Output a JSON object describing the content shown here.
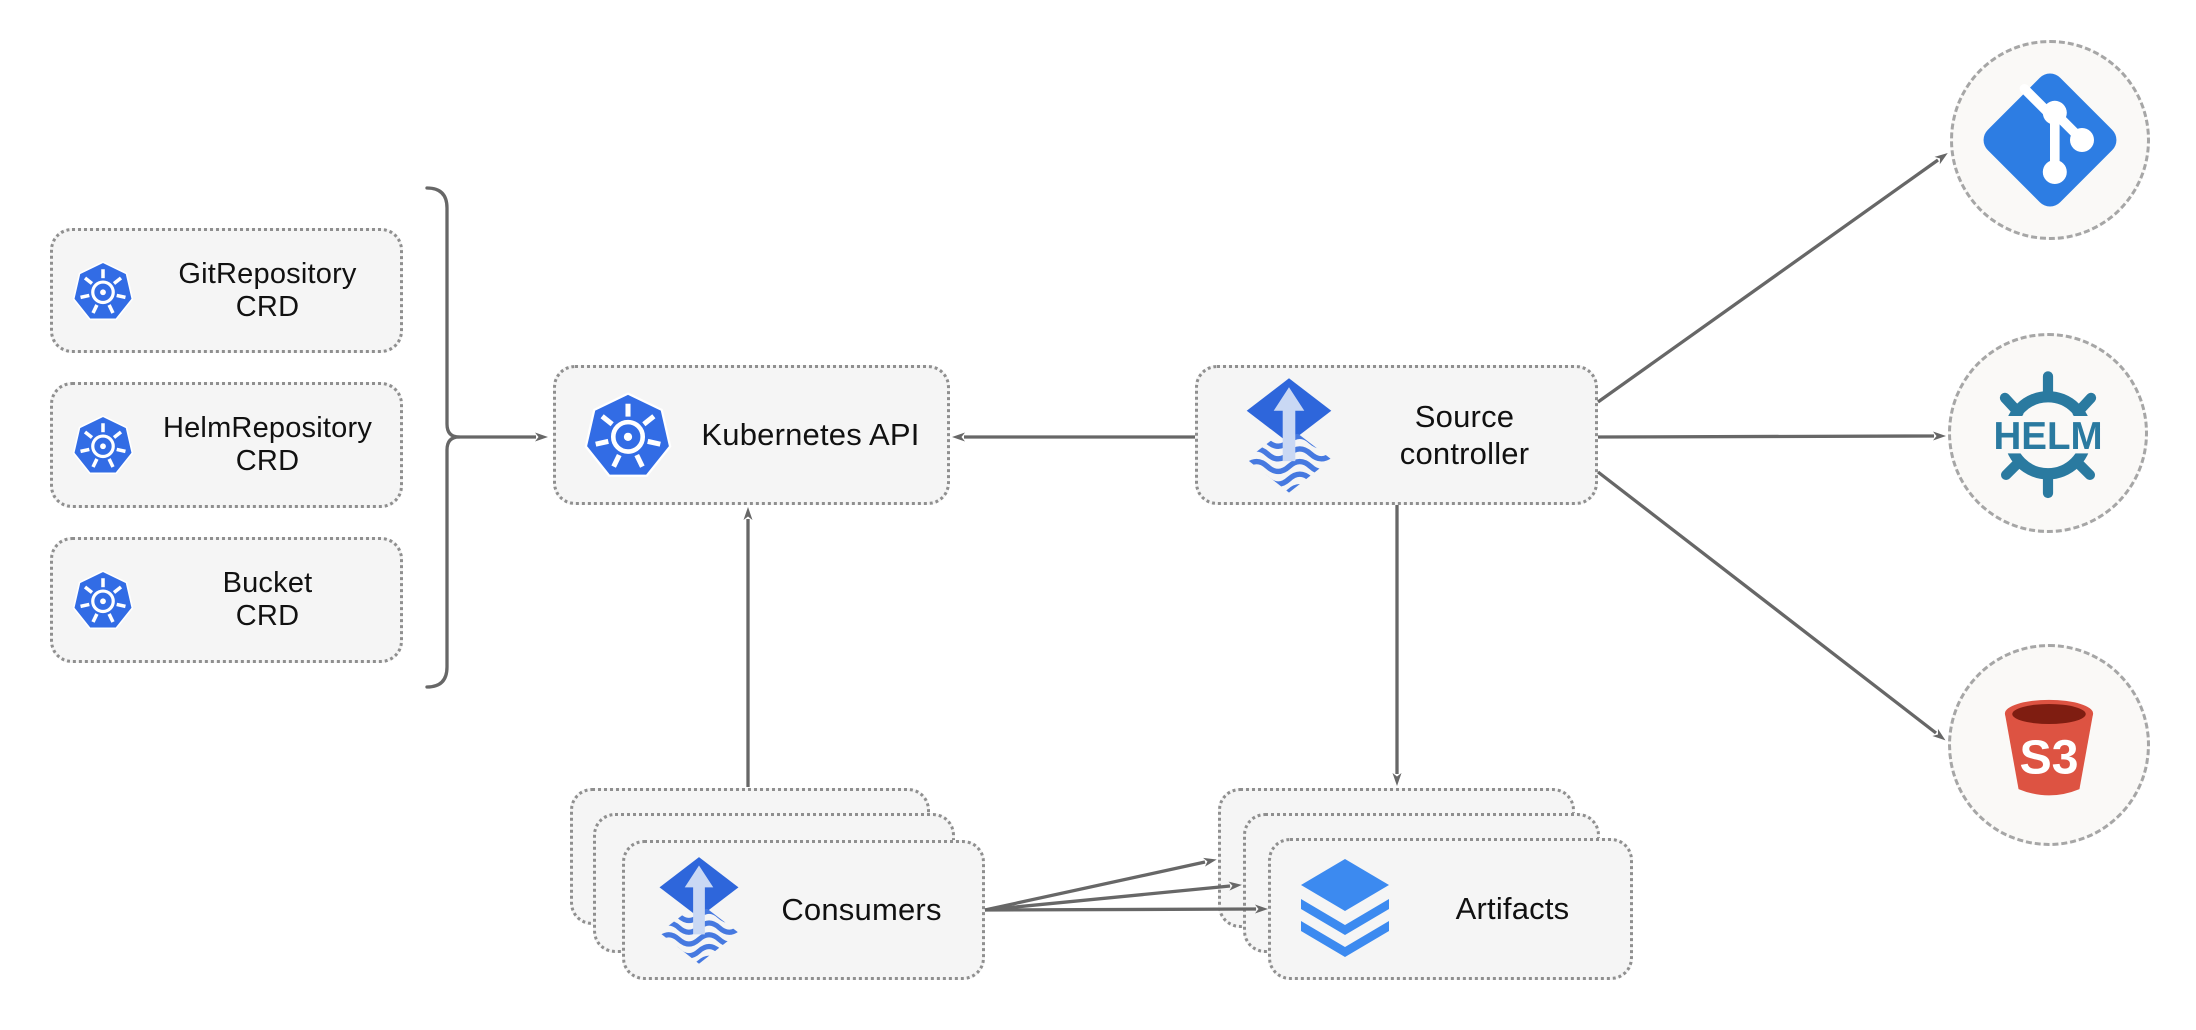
{
  "nodes": {
    "crd_git": {
      "line1": "GitRepository",
      "line2": "CRD"
    },
    "crd_helm": {
      "line1": "HelmRepository",
      "line2": "CRD"
    },
    "crd_bucket": {
      "line1": "Bucket",
      "line2": "CRD"
    },
    "k8s_api": {
      "label": "Kubernetes API"
    },
    "source_controller": {
      "line1": "Source",
      "line2": "controller"
    },
    "consumers": {
      "label": "Consumers"
    },
    "artifacts": {
      "label": "Artifacts"
    }
  },
  "logos": {
    "helm_text": "HELM",
    "s3_text": "S3"
  },
  "colors": {
    "background": "#ffffff",
    "node_fill": "#f5f5f5",
    "node_border": "#8f8f8f",
    "connector_gray": "#676767",
    "text": "#111111",
    "kubernetes_blue": "#326ce5",
    "flux_blue": "#2e66db",
    "flux_wave_blue": "#4679e0",
    "flux_arrow_light": "#c9d8f4",
    "git_blue": "#2d7de3",
    "helm_teal": "#2a7aa0",
    "s3_red": "#dd5342",
    "s3_dark_opening": "#7f1d11",
    "layers_blue": "#3c8af0",
    "circle_fill": "#faf9f7",
    "circle_border": "#a6a6a6"
  }
}
